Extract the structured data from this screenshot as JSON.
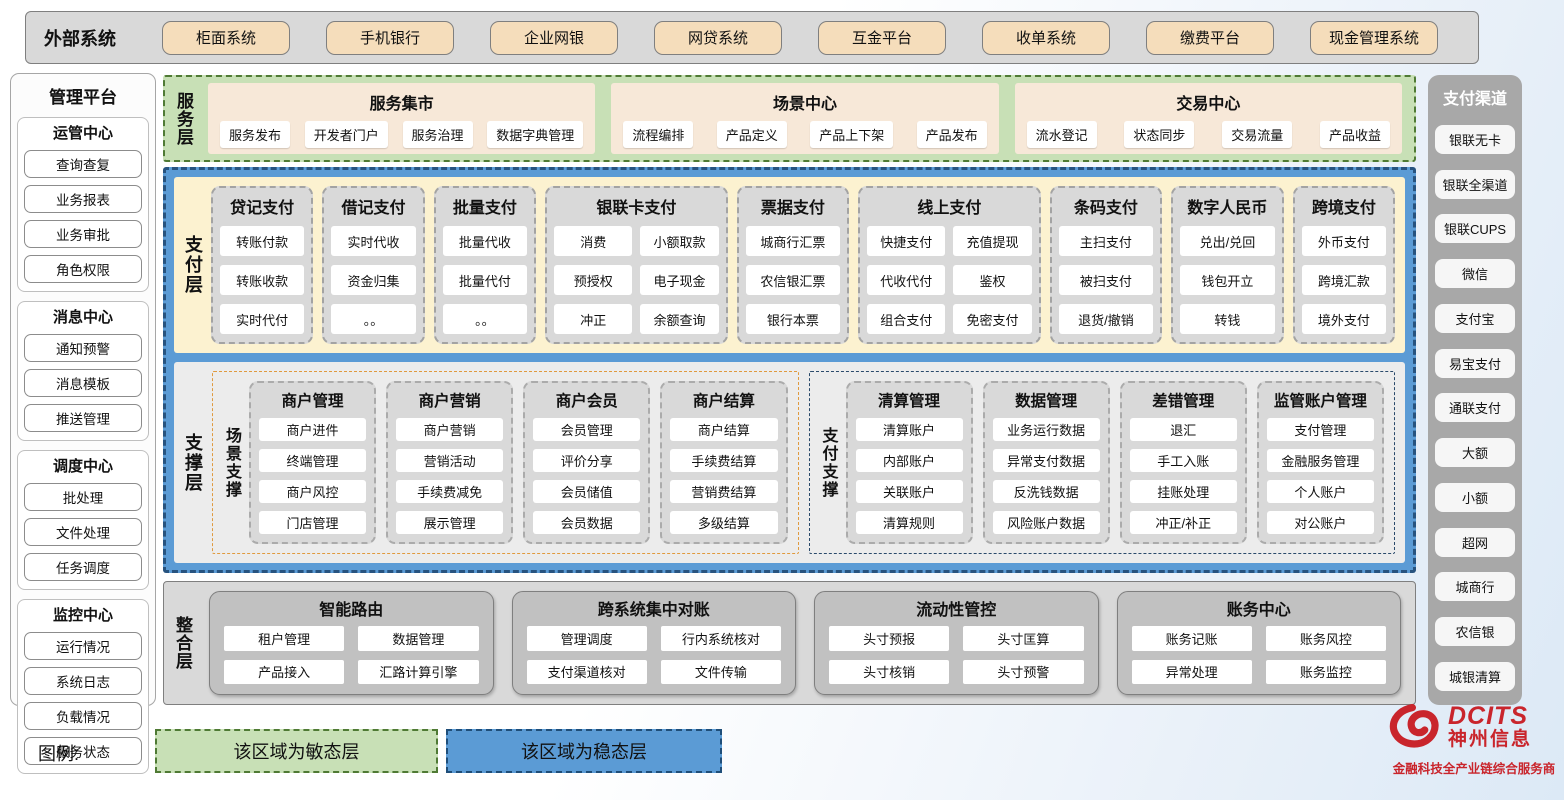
{
  "colors": {
    "agile_green": "#c8e0b6",
    "agile_green_border": "#4f7a34",
    "stable_blue": "#5b9bd5",
    "stable_blue_border": "#1f4e79",
    "payment_cream": "#fcf2d0",
    "module_gray": "#d9d9d9",
    "tan_button": "#f5ddbb",
    "brand_red": "#c9252c"
  },
  "external": {
    "label": "外部系统",
    "items": [
      "柜面系统",
      "手机银行",
      "企业网银",
      "网贷系统",
      "互金平台",
      "收单系统",
      "缴费平台",
      "现金管理系统"
    ]
  },
  "management": {
    "title": "管理平台",
    "groups": [
      {
        "title": "运管中心",
        "items": [
          "查询查复",
          "业务报表",
          "业务审批",
          "角色权限"
        ]
      },
      {
        "title": "消息中心",
        "items": [
          "通知预警",
          "消息模板",
          "推送管理"
        ]
      },
      {
        "title": "调度中心",
        "items": [
          "批处理",
          "文件处理",
          "任务调度"
        ]
      },
      {
        "title": "监控中心",
        "items": [
          "运行情况",
          "系统日志",
          "负载情况",
          "服务状态"
        ]
      }
    ]
  },
  "service_layer": {
    "label": "服务层",
    "groups": [
      {
        "title": "服务集市",
        "items": [
          "服务发布",
          "开发者门户",
          "服务治理",
          "数据字典管理"
        ]
      },
      {
        "title": "场景中心",
        "items": [
          "流程编排",
          "产品定义",
          "产品上下架",
          "产品发布"
        ]
      },
      {
        "title": "交易中心",
        "items": [
          "流水登记",
          "状态同步",
          "交易流量",
          "产品收益"
        ]
      }
    ]
  },
  "payment_layer": {
    "label": "支付层",
    "columns": [
      {
        "title": "贷记支付",
        "items": [
          "转账付款",
          "转账收款",
          "实时代付"
        ]
      },
      {
        "title": "借记支付",
        "items": [
          "实时代收",
          "资金归集",
          "。。"
        ]
      },
      {
        "title": "批量支付",
        "items": [
          "批量代收",
          "批量代付",
          "。。"
        ]
      },
      {
        "title": "银联卡支付",
        "items": [
          "消费",
          "小额取款",
          "预授权",
          "电子现金",
          "冲正",
          "余额查询"
        ]
      },
      {
        "title": "票据支付",
        "items": [
          "城商行汇票",
          "农信银汇票",
          "银行本票"
        ]
      },
      {
        "title": "线上支付",
        "items": [
          "快捷支付",
          "充值提现",
          "代收代付",
          "鉴权",
          "组合支付",
          "免密支付"
        ]
      },
      {
        "title": "条码支付",
        "items": [
          "主扫支付",
          "被扫支付",
          "退货/撤销"
        ]
      },
      {
        "title": "数字人民币",
        "items": [
          "兑出/兑回",
          "钱包开立",
          "转钱"
        ]
      },
      {
        "title": "跨境支付",
        "items": [
          "外币支付",
          "跨境汇款",
          "境外支付"
        ]
      }
    ]
  },
  "support_layer": {
    "label": "支撑层",
    "sections": [
      {
        "label": "场景支撑",
        "columns": [
          {
            "title": "商户管理",
            "items": [
              "商户进件",
              "终端管理",
              "商户风控",
              "门店管理"
            ]
          },
          {
            "title": "商户营销",
            "items": [
              "商户营销",
              "营销活动",
              "手续费减免",
              "展示管理"
            ]
          },
          {
            "title": "商户会员",
            "items": [
              "会员管理",
              "评价分享",
              "会员储值",
              "会员数据"
            ]
          },
          {
            "title": "商户结算",
            "items": [
              "商户结算",
              "手续费结算",
              "营销费结算",
              "多级结算"
            ]
          }
        ]
      },
      {
        "label": "支付支撑",
        "columns": [
          {
            "title": "清算管理",
            "items": [
              "清算账户",
              "内部账户",
              "关联账户",
              "清算规则"
            ]
          },
          {
            "title": "数据管理",
            "items": [
              "业务运行数据",
              "异常支付数据",
              "反洗钱数据",
              "风险账户数据"
            ]
          },
          {
            "title": "差错管理",
            "items": [
              "退汇",
              "手工入账",
              "挂账处理",
              "冲正/补正"
            ]
          },
          {
            "title": "监管账户管理",
            "items": [
              "支付管理",
              "金融服务管理",
              "个人账户",
              "对公账户"
            ]
          }
        ]
      }
    ]
  },
  "integration_layer": {
    "label": "整合层",
    "groups": [
      {
        "title": "智能路由",
        "items": [
          "租户管理",
          "数据管理",
          "产品接入",
          "汇路计算引擎"
        ]
      },
      {
        "title": "跨系统集中对账",
        "items": [
          "管理调度",
          "行内系统核对",
          "支付渠道核对",
          "文件传输"
        ]
      },
      {
        "title": "流动性管控",
        "items": [
          "头寸预报",
          "头寸匡算",
          "头寸核销",
          "头寸预警"
        ]
      },
      {
        "title": "账务中心",
        "items": [
          "账务记账",
          "账务风控",
          "异常处理",
          "账务监控"
        ]
      }
    ]
  },
  "channels": {
    "title": "支付渠道",
    "items": [
      "银联无卡",
      "银联全渠道",
      "银联CUPS",
      "微信",
      "支付宝",
      "易宝支付",
      "通联支付",
      "大额",
      "小额",
      "超网",
      "城商行",
      "农信银",
      "城银清算"
    ]
  },
  "legend": {
    "label": "图例:",
    "agile": "该区域为敏态层",
    "stable": "该区域为稳态层"
  },
  "logo": {
    "brand": "DCITS",
    "name": "神州信息",
    "tagline": "金融科技全产业链综合服务商"
  }
}
